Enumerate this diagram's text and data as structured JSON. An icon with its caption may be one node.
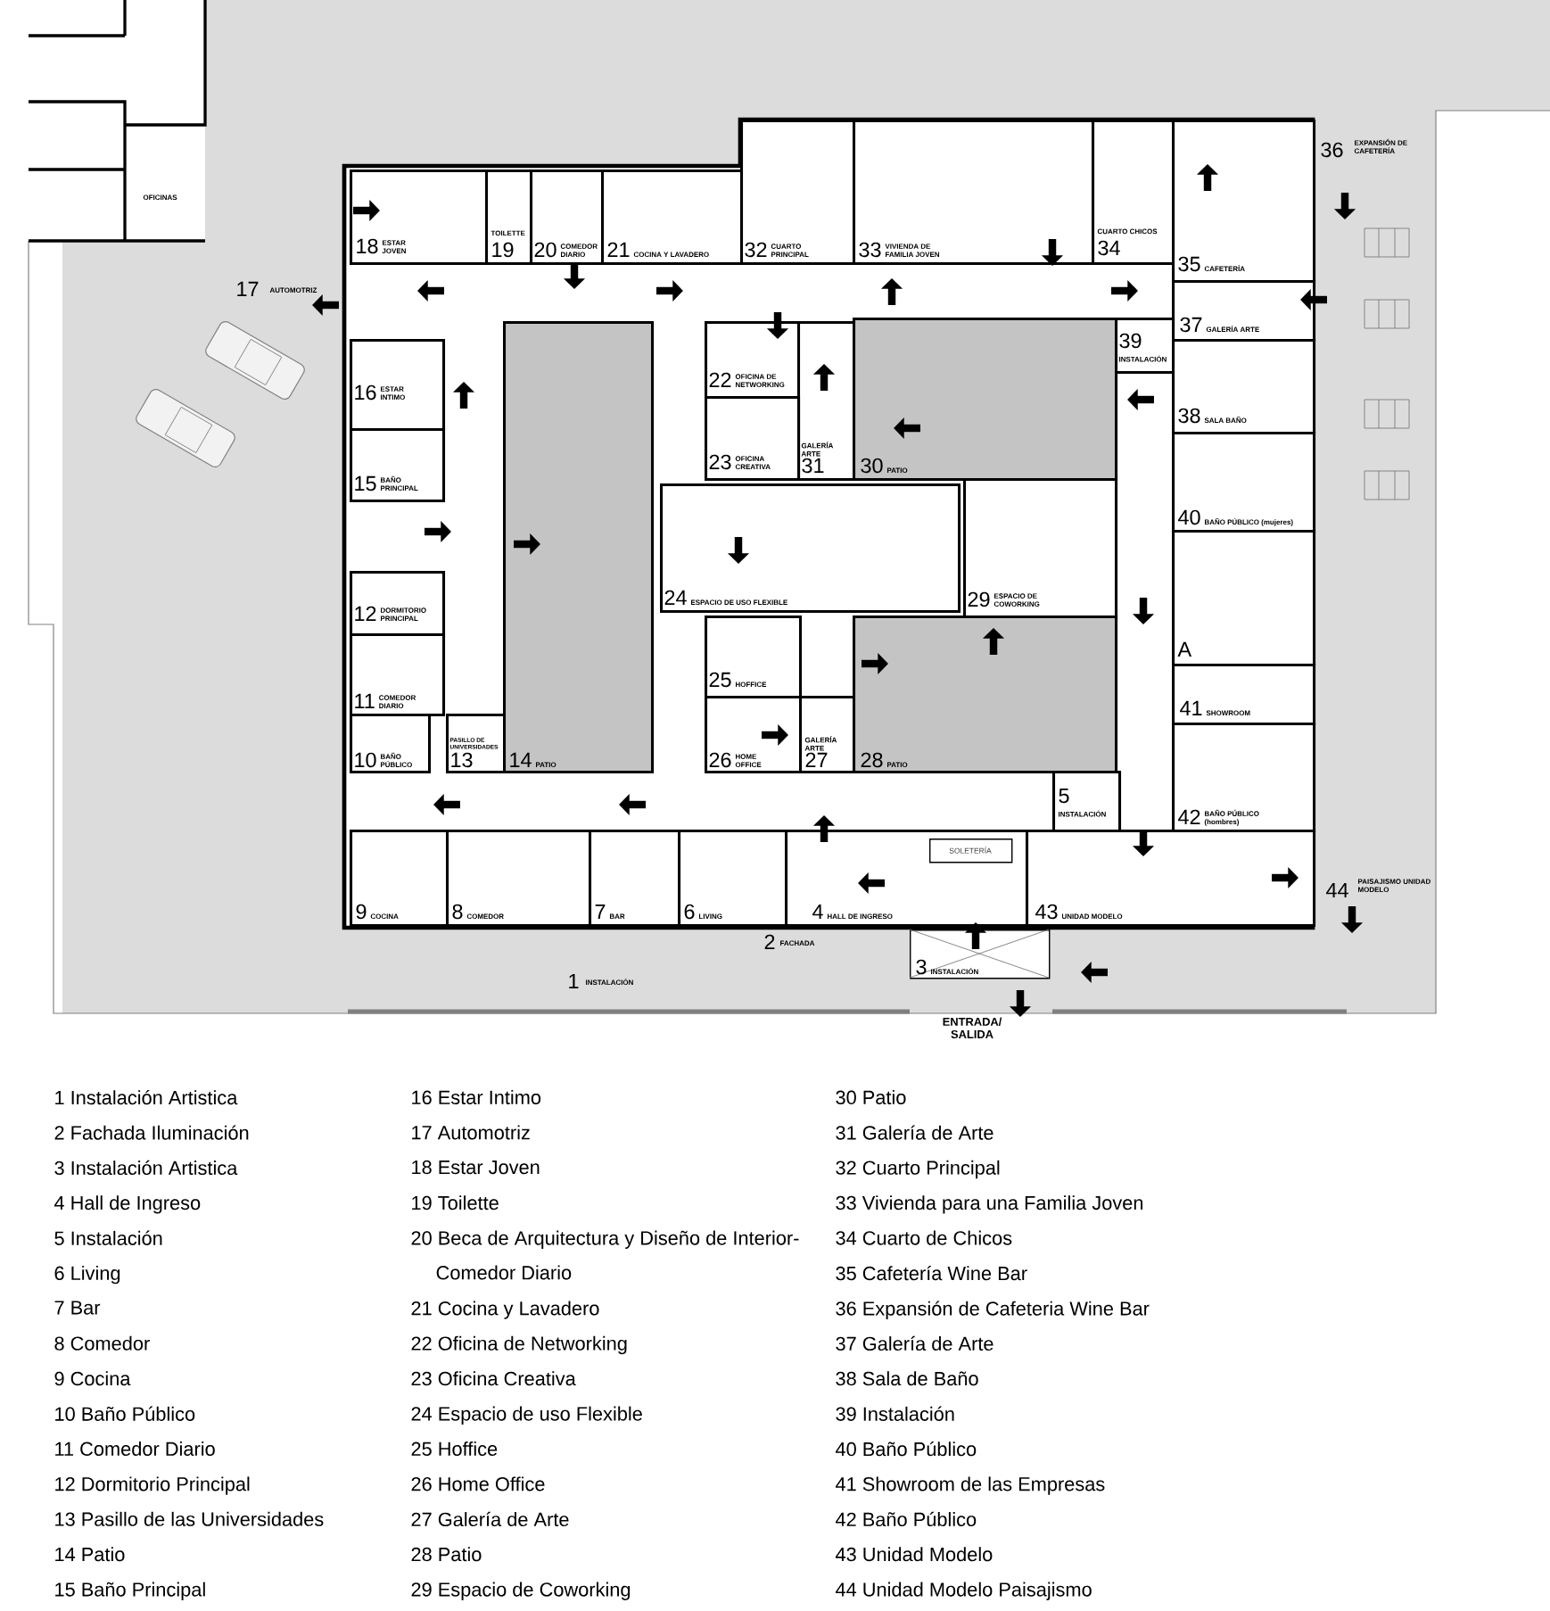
{
  "diagram": {
    "nodes": [
      {
        "text": [
          "18",
          "ESTAR JOVEN"
        ]
      },
      {
        "text": [
          "TOILETTE",
          "19"
        ]
      },
      {
        "text": [
          "20",
          "COMEDOR DIARIO"
        ]
      },
      {
        "text": [
          "21",
          "COCINA Y LAVADERO"
        ]
      },
      {
        "text": [
          "32",
          "CUARTO PRINCIPAL"
        ]
      },
      {
        "text": [
          "33",
          "VIVIENDA DE FAMILIA JOVEN"
        ]
      },
      {
        "text": [
          "CUARTO CHICOS",
          "34"
        ]
      },
      {
        "text": [
          "35",
          "CAFETERÍA"
        ]
      },
      {
        "text": [
          "16",
          "ESTAR INTIMO"
        ]
      },
      {
        "text": [
          "22",
          "OFICINA DE NETWORKING"
        ]
      },
      {
        "text": [
          "GALERÍA ARTE",
          "31"
        ]
      },
      {
        "text": [
          "30",
          "PATIO"
        ]
      },
      {
        "text": [
          "37",
          "GALERÍA ARTE"
        ]
      },
      {
        "text": [
          "39",
          "INSTALACIÓN"
        ]
      },
      {
        "text": [
          "15",
          "BAÑO PRINCIPAL"
        ]
      },
      {
        "text": [
          "23",
          "OFICINA CREATIVA"
        ]
      },
      {
        "text": [
          "38",
          "SALA BAÑO"
        ]
      },
      {
        "text": [
          "40",
          "BAÑO PÚBLICO (mujeres)"
        ]
      },
      {
        "text": [
          "24",
          "ESPACIO DE USO FLEXIBLE"
        ]
      },
      {
        "text": [
          "29",
          "ESPACIO DE COWORKING"
        ]
      },
      {
        "text": [
          "12",
          "DORMITORIO PRINCIPAL"
        ]
      },
      {
        "text": [
          "A"
        ]
      },
      {
        "text": [
          "11",
          "COMEDOR DIARIO"
        ]
      },
      {
        "text": [
          "25",
          "HOFFICE"
        ]
      },
      {
        "text": [
          "41",
          "SHOWROOM"
        ]
      },
      {
        "text": [
          "10",
          "BAÑO PÚBLICO"
        ]
      },
      {
        "text": [
          "PASILLO DE UNIVERSIDADES",
          "13"
        ]
      },
      {
        "text": [
          "14",
          "PATIO"
        ]
      },
      {
        "text": [
          "26",
          "HOME OFFICE"
        ]
      },
      {
        "text": [
          "GALERÍA ARTE",
          "27"
        ]
      },
      {
        "text": [
          "28",
          "PATIO"
        ]
      },
      {
        "text": [
          "42",
          "BAÑO PÚBLICO (hombres)"
        ]
      },
      {
        "text": [
          "5",
          "INSTALACIÓN"
        ]
      },
      {
        "text": [
          "9",
          "COCINA"
        ]
      },
      {
        "text": [
          "8",
          "COMEDOR"
        ]
      },
      {
        "text": [
          "7",
          "BAR"
        ]
      },
      {
        "text": [
          "6",
          "LIVING"
        ]
      },
      {
        "text": [
          "4",
          "HALL DE INGRESO"
        ]
      },
      {
        "text": [
          "SOLETERÍA"
        ],
        "in": 37
      },
      {
        "text": [
          "43",
          "UNIDAD MODELO"
        ]
      },
      {
        "text": [
          "3",
          "INSTALACIÓN"
        ]
      }
    ],
    "labels": [
      "OFICINAS",
      "36",
      "EXPANSIÓN DE CAFETERÍA",
      "17",
      "AUTOMOTRIZ",
      "44",
      "PAISAJISMO UNIDAD MODELO",
      "2",
      "FACHADA",
      "1",
      "INSTALACIÓN",
      "ENTRADA/ SALIDA",
      "1 Instalación Artistica",
      "2 Fachada Iluminación",
      "3 Instalación Artistica",
      "4 Hall de Ingreso",
      "5 Instalación",
      "6 Living",
      "7 Bar",
      "8 Comedor",
      "9 Cocina",
      "10 Baño Público",
      "11 Comedor Diario",
      "12 Dormitorio Principal",
      "13 Pasillo de las Universidades",
      "14 Patio",
      "15 Baño Principal",
      "16 Estar Intimo",
      "17 Automotriz",
      "18 Estar Joven",
      "19 Toilette",
      "20 Beca de Arquitectura y Diseño de Interior- Comedor Diario",
      "21 Cocina y Lavadero",
      "22 Oficina de Networking",
      "23 Oficina Creativa",
      "24 Espacio de uso Flexible",
      "25 Hoffice",
      "26 Home Office",
      "27 Galería de Arte",
      "28 Patio",
      "29 Espacio de Coworking",
      "30 Patio",
      "31 Galería de Arte",
      "32 Cuarto Principal",
      "33 Vivienda para una Familia Joven",
      "34 Cuarto de Chicos",
      "35 Cafetería Wine Bar",
      "36 Expansión de Cafeteria Wine Bar",
      "37 Galería de Arte",
      "38 Sala de Baño",
      "39 Instalación",
      "40 Baño Público",
      "41 Showroom de las Empresas",
      "42 Baño Público",
      "43 Unidad Modelo",
      "44 Unidad Modelo Paisajismo"
    ]
  }
}
